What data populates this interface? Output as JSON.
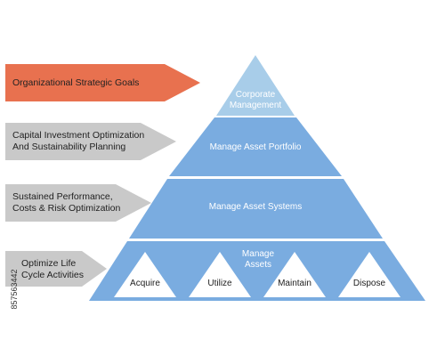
{
  "arrows": [
    {
      "lines": [
        "Organizational Strategic Goals"
      ],
      "color": "#e8714f"
    },
    {
      "lines": [
        "Capital Investment Optimization",
        "And Sustainability Planning"
      ],
      "color": "#c9c9c9"
    },
    {
      "lines": [
        "Sustained Performance,",
        "Costs & Risk Optimization"
      ],
      "color": "#c9c9c9"
    },
    {
      "lines": [
        "Optimize Life",
        "Cycle Activities"
      ],
      "color": "#c9c9c9"
    }
  ],
  "pyramid": {
    "tiers": [
      {
        "lines": [
          "Corporate",
          "Management"
        ],
        "color": "#a8cde9"
      },
      {
        "lines": [
          "Manage Asset Portfolio"
        ],
        "color": "#7aace0"
      },
      {
        "lines": [
          "Manage Asset Systems"
        ],
        "color": "#7aace0"
      },
      {
        "lines": [
          "Manage",
          "Assets"
        ],
        "color": "#7aace0"
      }
    ],
    "activities": [
      "Acquire",
      "Utilize",
      "Maintain",
      "Dispose"
    ]
  },
  "watermark_id": "857563442"
}
